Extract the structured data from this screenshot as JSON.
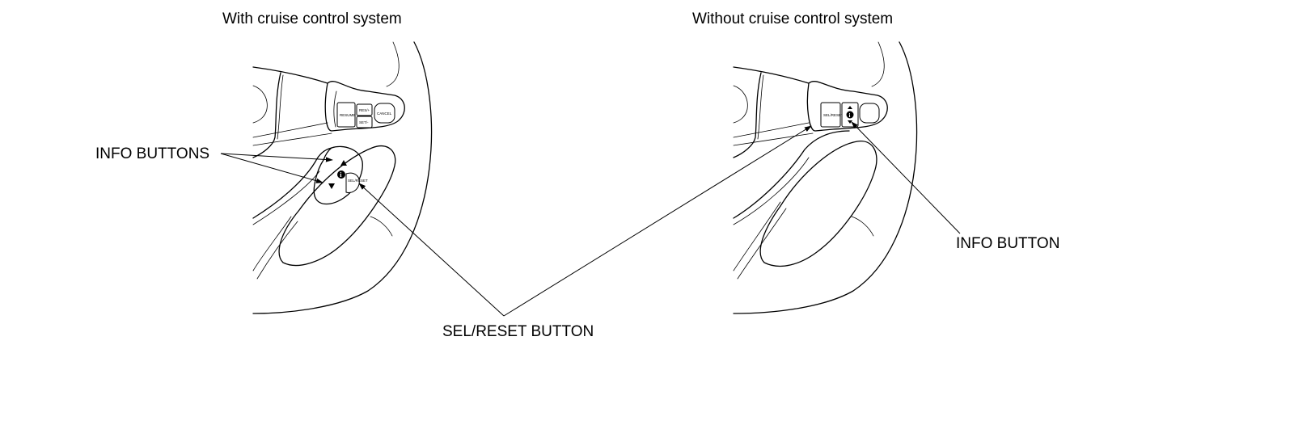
{
  "titles": {
    "left": "With cruise control system",
    "right": "Without cruise control system"
  },
  "callouts": {
    "info_buttons": "INFO BUTTONS",
    "sel_reset": "SEL/RESET BUTTON",
    "info_button": "INFO BUTTON"
  },
  "left_switch_labels": {
    "resume": "RESUME",
    "res_accel": "RES/+",
    "set_decel": "SET/-",
    "cancel": "CANCEL",
    "sel_reset": "SEL/RESET"
  },
  "right_switch_labels": {
    "sel_reset": "SEL/RESET"
  },
  "icons": [
    "info-icon",
    "arrow-up-icon",
    "arrow-down-icon"
  ]
}
